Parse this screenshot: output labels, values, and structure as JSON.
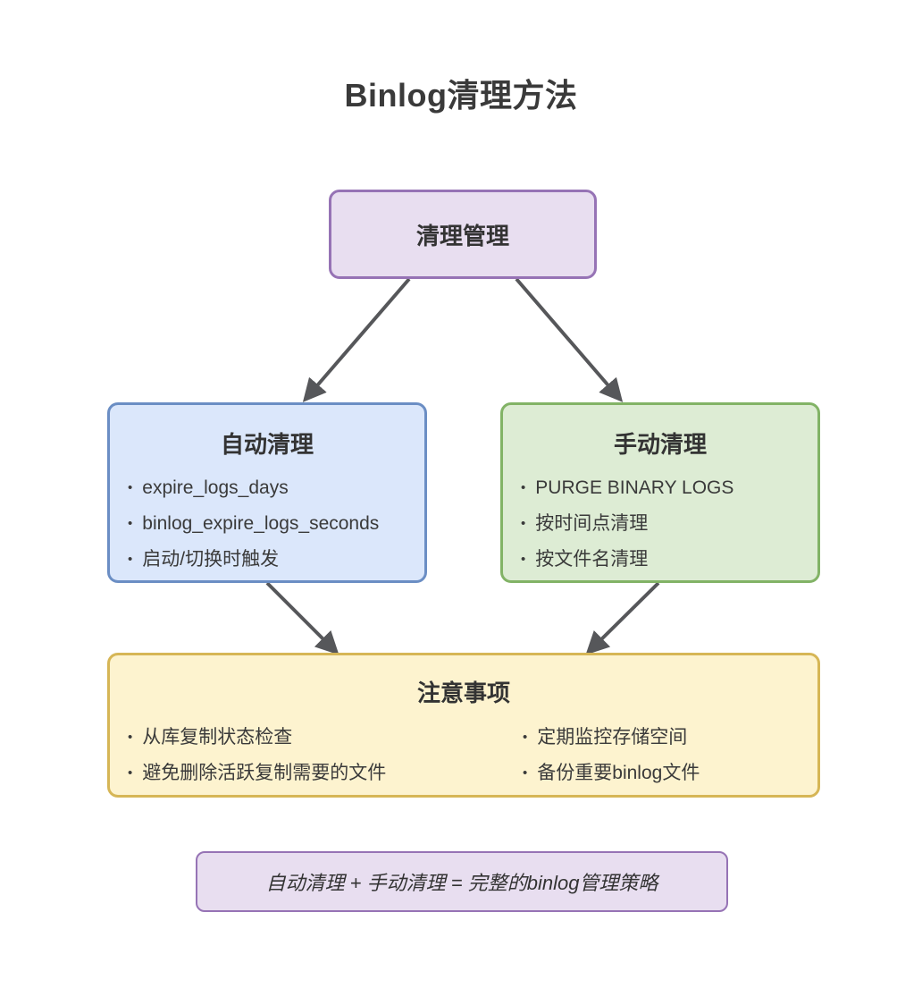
{
  "page_title": "Binlog清理方法",
  "bullet_char": "•",
  "nodes": {
    "root": {
      "label": "清理管理"
    },
    "auto": {
      "title": "自动清理",
      "items": [
        "expire_logs_days",
        "binlog_expire_logs_seconds",
        "启动/切换时触发"
      ]
    },
    "manual": {
      "title": "手动清理",
      "items": [
        "PURGE BINARY LOGS",
        "按时间点清理",
        "按文件名清理"
      ]
    },
    "notes": {
      "title": "注意事项",
      "items_left": [
        "从库复制状态检查",
        "避免删除活跃复制需要的文件"
      ],
      "items_right": [
        "定期监控存储空间",
        "备份重要binlog文件"
      ]
    },
    "summary": {
      "label": "自动清理 + 手动清理 = 完整的binlog管理策略"
    }
  },
  "colors": {
    "root_fill": "#e8def0",
    "root_border": "#9673b5",
    "auto_fill": "#dbe7fb",
    "auto_border": "#6b8ec4",
    "manual_fill": "#ddecd4",
    "manual_border": "#82b366",
    "notes_fill": "#fdf3cf",
    "notes_border": "#d6b656",
    "summary_fill": "#e8def0",
    "summary_border": "#9673b5",
    "edge": "#56575a",
    "text": "#383838"
  }
}
